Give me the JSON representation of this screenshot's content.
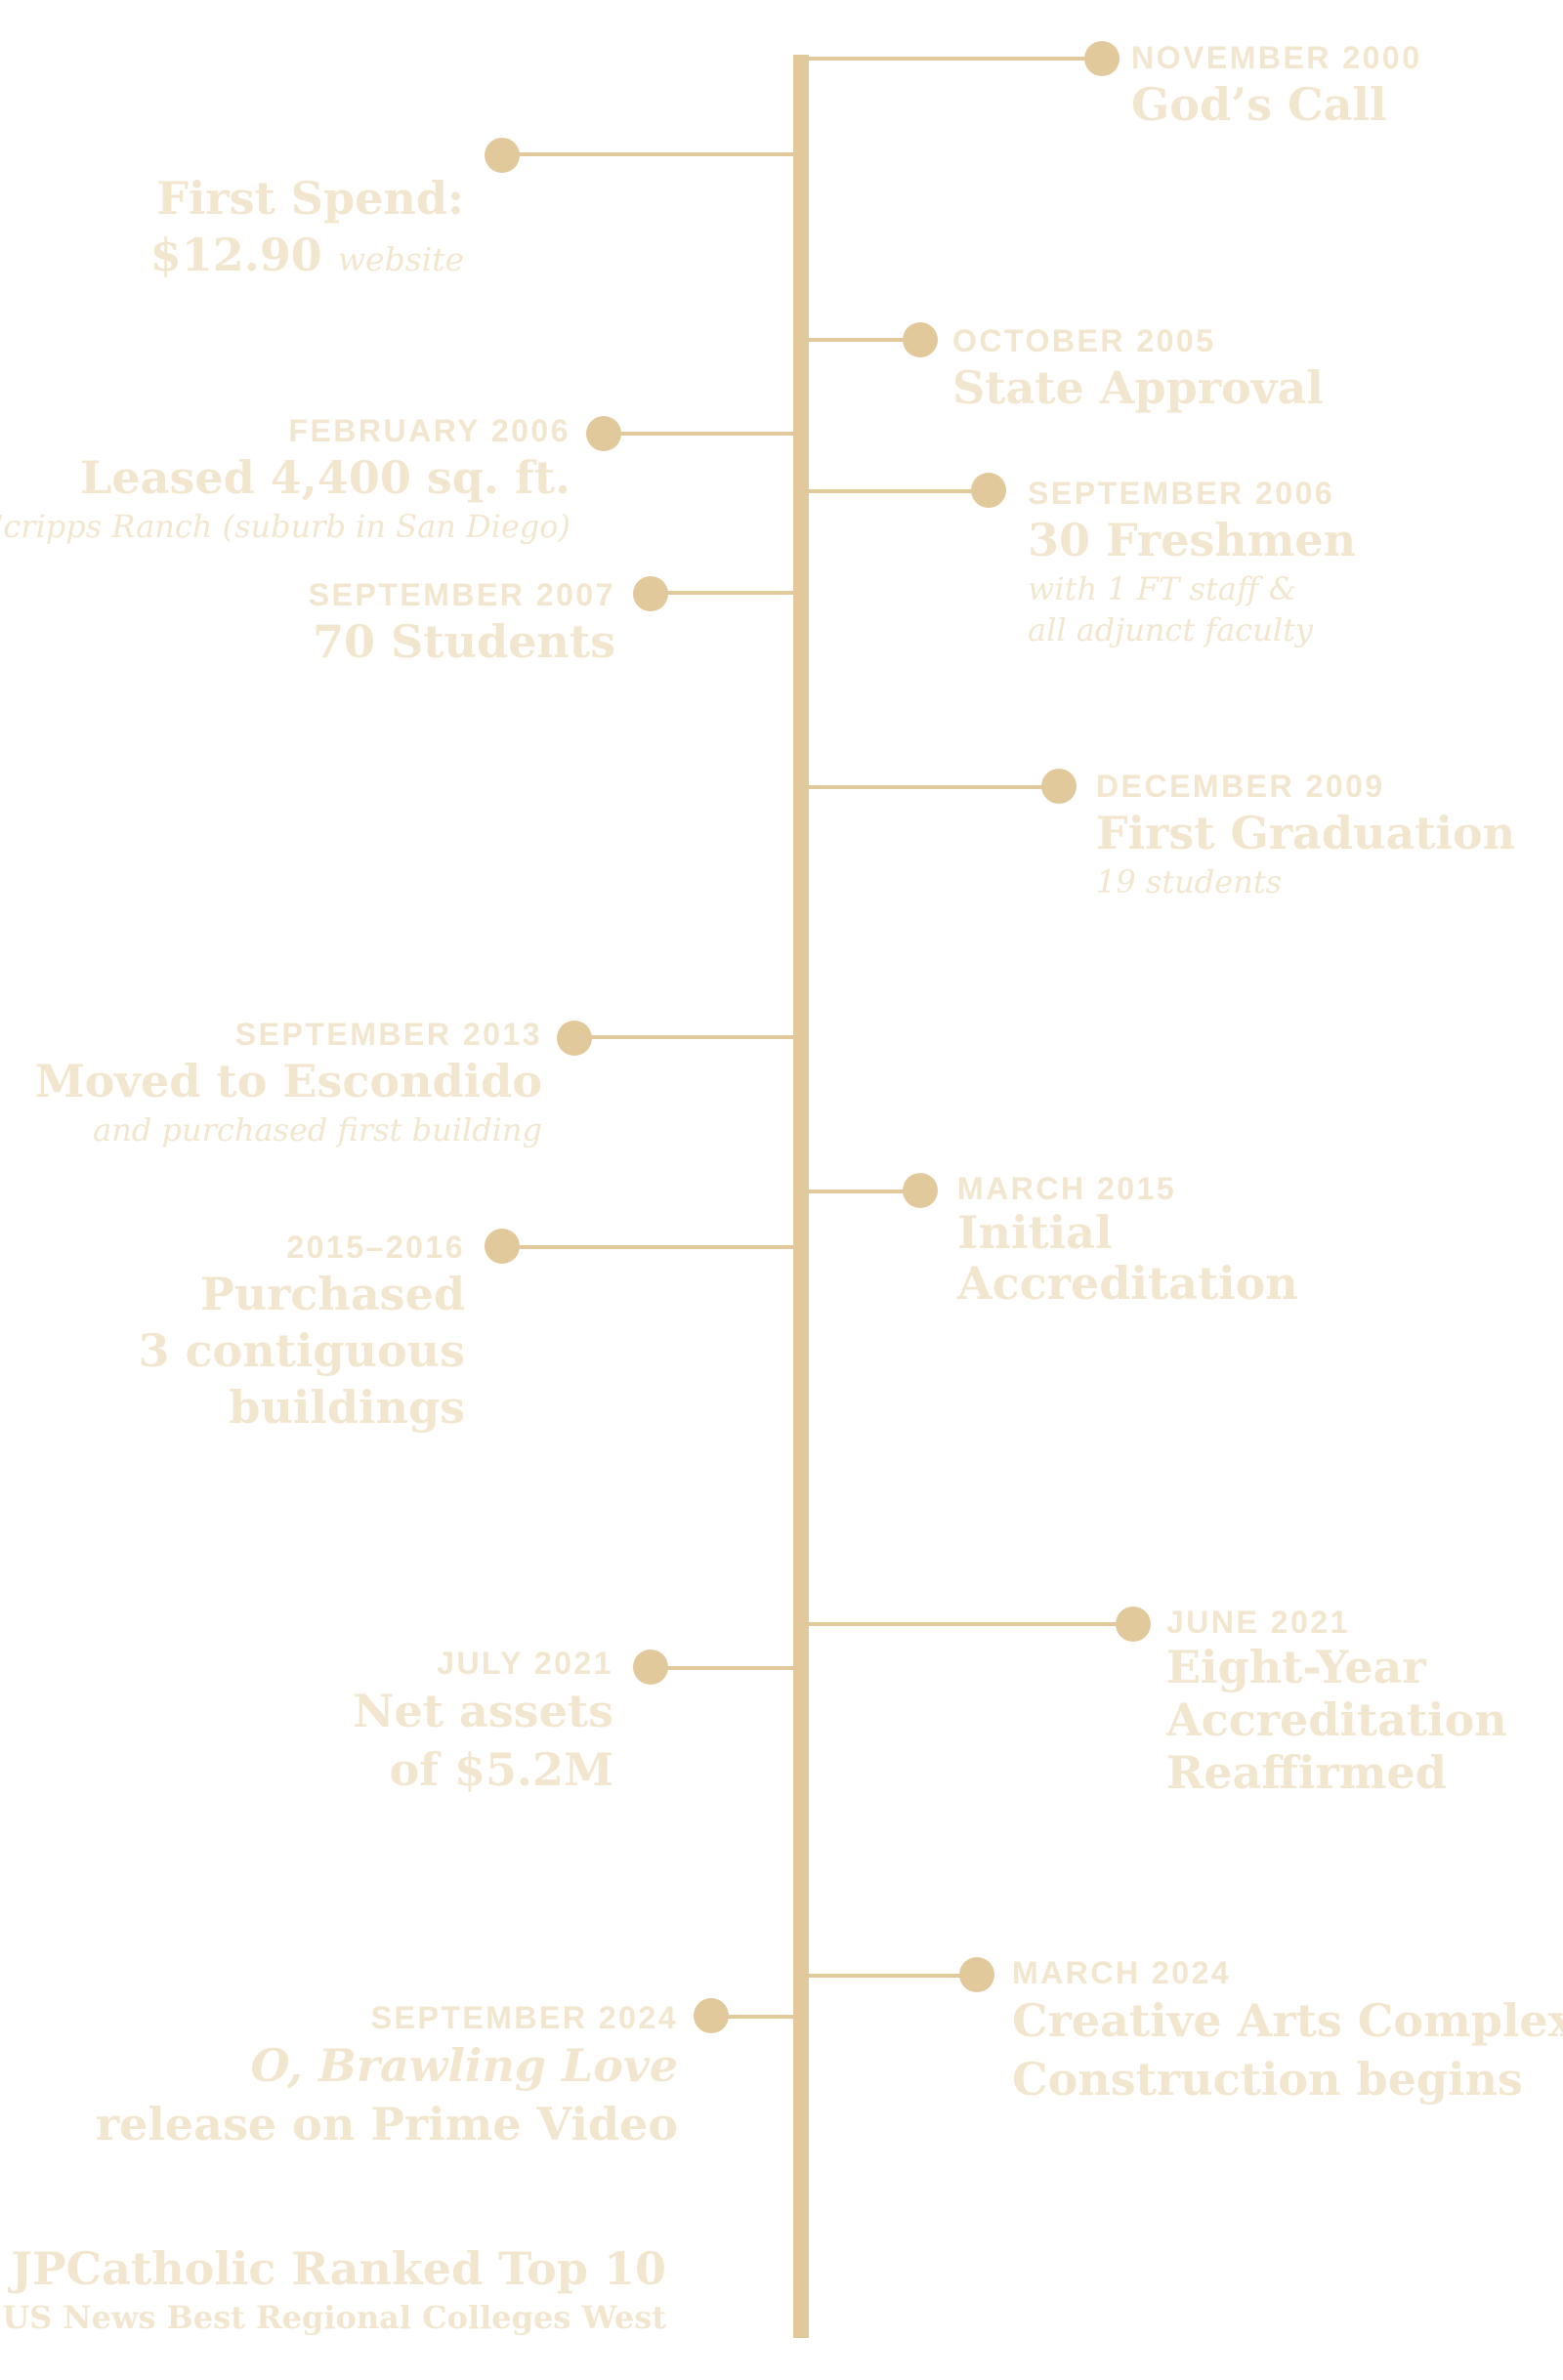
{
  "colors": {
    "line": "#e2c99b",
    "text": "#f2e6cf"
  },
  "events": [
    {
      "id": "nov-2000",
      "date": "NOVEMBER 2000",
      "title": "God’s Call"
    },
    {
      "id": "first-spend",
      "title": "First Spend:",
      "title2": "$12.90",
      "title2_note": "website"
    },
    {
      "id": "oct-2005",
      "date": "OCTOBER 2005",
      "title": "State Approval"
    },
    {
      "id": "feb-2006",
      "date": "FEBRUARY 2006",
      "title": "Leased 4,400 sq. ft.",
      "sub": "in Scripps Ranch (suburb in San Diego)"
    },
    {
      "id": "sep-2006",
      "date": "SEPTEMBER 2006",
      "title": "30 Freshmen",
      "sub": [
        "with 1 FT staff &",
        "all adjunct faculty"
      ]
    },
    {
      "id": "sep-2007",
      "date": "SEPTEMBER 2007",
      "title": "70 Students"
    },
    {
      "id": "dec-2009",
      "date": "DECEMBER 2009",
      "title": "First Graduation",
      "sub": "19 students"
    },
    {
      "id": "sep-2013",
      "date": "SEPTEMBER 2013",
      "title": "Moved to Escondido",
      "sub": "and purchased first building"
    },
    {
      "id": "mar-2015",
      "date": "MARCH 2015",
      "title": [
        "Initial",
        "Accreditation"
      ]
    },
    {
      "id": "y2015-2016",
      "date": "2015–2016",
      "title": [
        "Purchased",
        "3 contiguous",
        "buildings"
      ]
    },
    {
      "id": "jun-2021",
      "date": "JUNE 2021",
      "title": [
        "Eight-Year",
        "Accreditation",
        "Reaffirmed"
      ]
    },
    {
      "id": "jul-2021",
      "date": "JULY 2021",
      "title": [
        "Net assets",
        "of $5.2M"
      ]
    },
    {
      "id": "mar-2024",
      "date": "MARCH 2024",
      "title": [
        "Creative Arts Complex",
        "Construction begins"
      ]
    },
    {
      "id": "sep-2024",
      "date": "SEPTEMBER 2024",
      "title_italic": "O, Brawling Love",
      "title": "release on Prime Video"
    },
    {
      "id": "ranked",
      "title": "JPCatholic Ranked Top 10",
      "sub": "in US News Best Regional Colleges West"
    }
  ]
}
